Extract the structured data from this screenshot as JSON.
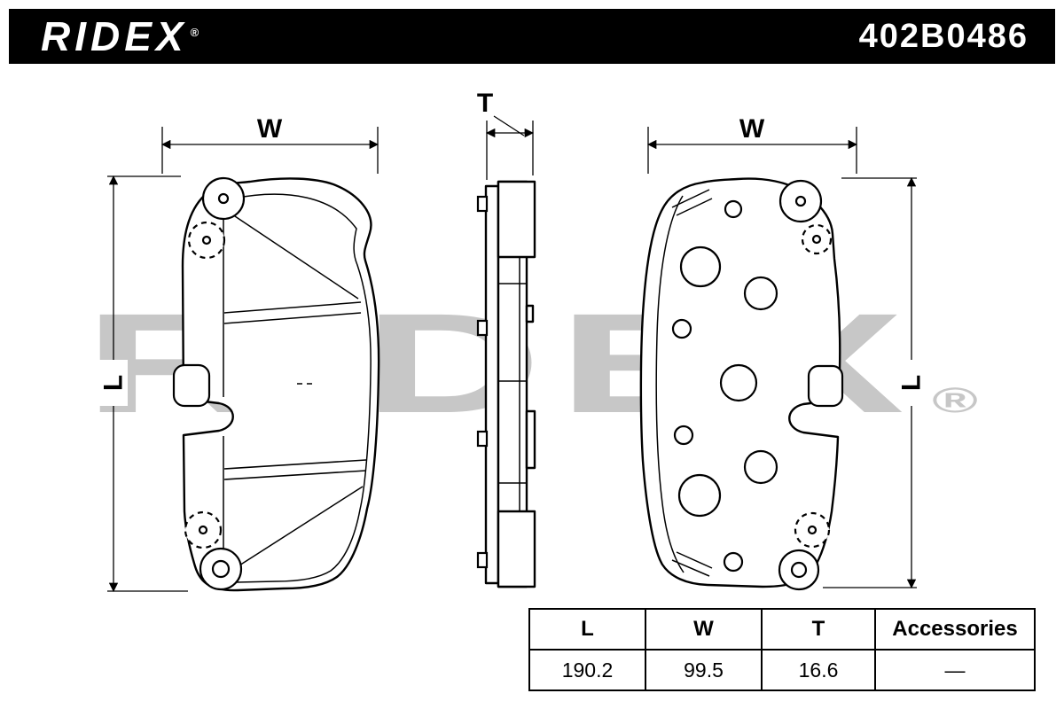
{
  "header": {
    "brand": "RIDEX",
    "brand_registered": "®",
    "part_number": "402B0486"
  },
  "watermark": {
    "text": "RIDEX",
    "registered": "®"
  },
  "drawing": {
    "labels": {
      "width": "W",
      "length": "L",
      "thickness": "T"
    }
  },
  "table": {
    "headers": [
      "L",
      "W",
      "T",
      "Accessories"
    ],
    "values": [
      "190.2",
      "99.5",
      "16.6",
      "—"
    ]
  },
  "colors": {
    "header_bg": "#000000",
    "header_text": "#ffffff",
    "line": "#000000",
    "watermark": "#c7c7c7",
    "background": "#ffffff"
  }
}
